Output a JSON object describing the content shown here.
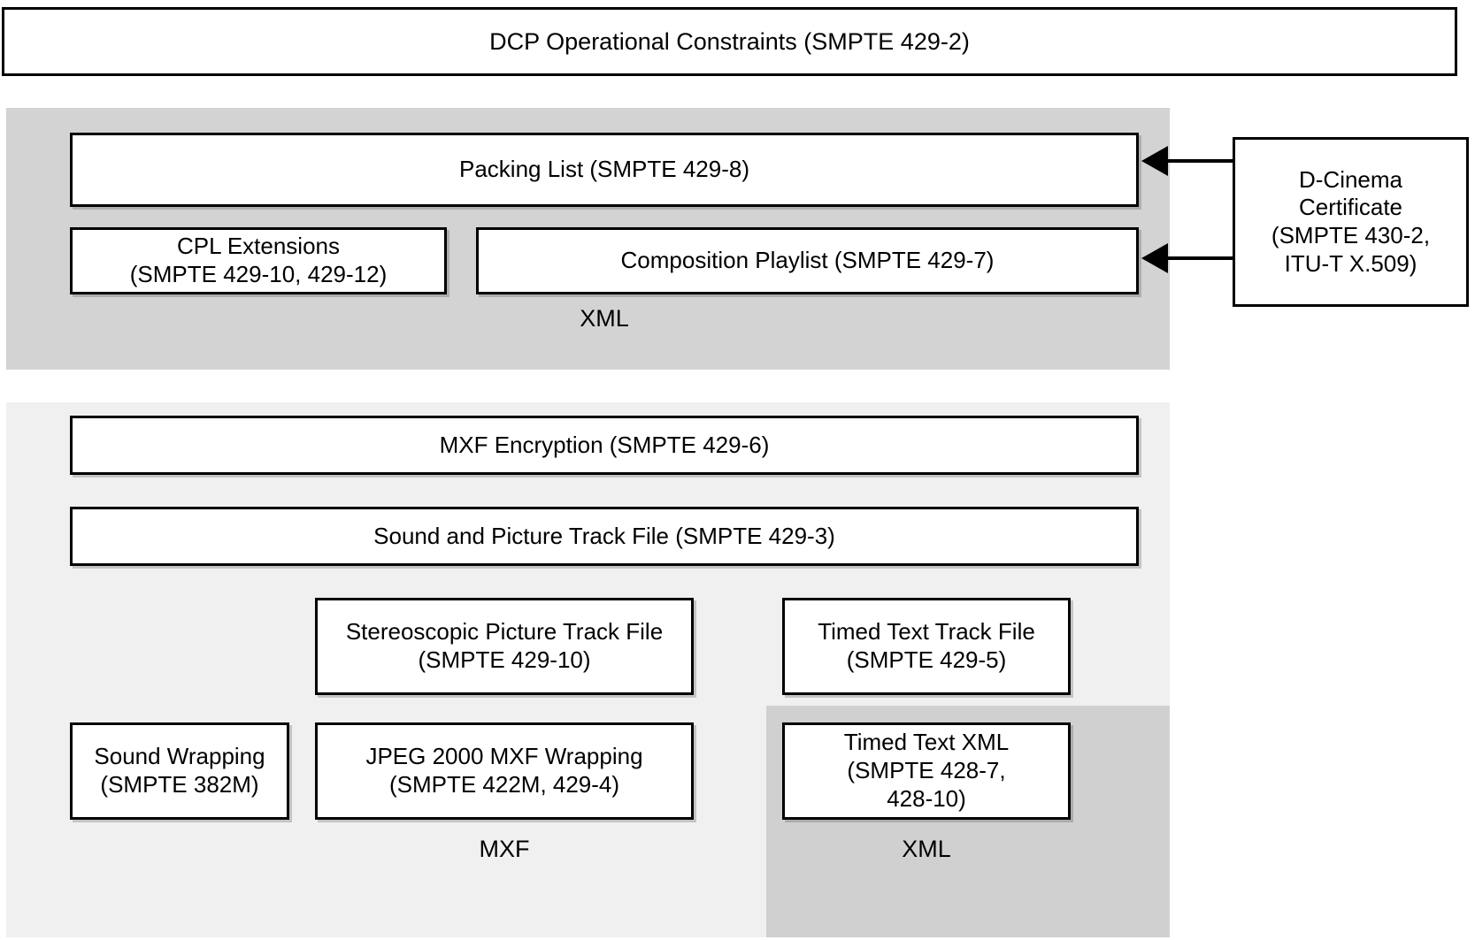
{
  "diagram": {
    "title_box": {
      "label": "DCP Operational Constraints (SMPTE 429-2)"
    },
    "xml_top_panel": {
      "caption": "XML",
      "boxes": {
        "packing_list": "Packing List (SMPTE 429-8)",
        "cpl_extensions": "CPL Extensions\n(SMPTE 429-10, 429-12)",
        "composition_playlist": "Composition Playlist (SMPTE 429-7)"
      }
    },
    "mxf_panel": {
      "caption": "MXF",
      "boxes": {
        "mxf_encryption": "MXF Encryption (SMPTE 429-6)",
        "sound_picture_track": "Sound and Picture Track File (SMPTE 429-3)",
        "stereoscopic_track": "Stereoscopic Picture Track File\n(SMPTE 429-10)",
        "timed_text_track": "Timed Text Track File\n(SMPTE 429-5)",
        "sound_wrapping": "Sound Wrapping\n(SMPTE 382M)",
        "jpeg2000_wrapping": "JPEG 2000 MXF Wrapping\n(SMPTE 422M, 429-4)"
      }
    },
    "xml_bottom_panel": {
      "caption": "XML",
      "boxes": {
        "timed_text_xml": "Timed Text XML\n(SMPTE 428-7,\n428-10)"
      }
    },
    "certificate_box": {
      "label": "D-Cinema\nCertificate\n(SMPTE 430-2,\nITU-T X.509)"
    },
    "connectors": [
      {
        "name": "certificate-to-packing-list"
      },
      {
        "name": "certificate-to-composition-playlist"
      }
    ],
    "colors": {
      "panel_xml_top": "#d3d3d3",
      "panel_mxf": "#f0f0f0",
      "panel_xml_bottom": "#d0d0d0",
      "box_fill": "#ffffff",
      "stroke": "#000000"
    }
  }
}
